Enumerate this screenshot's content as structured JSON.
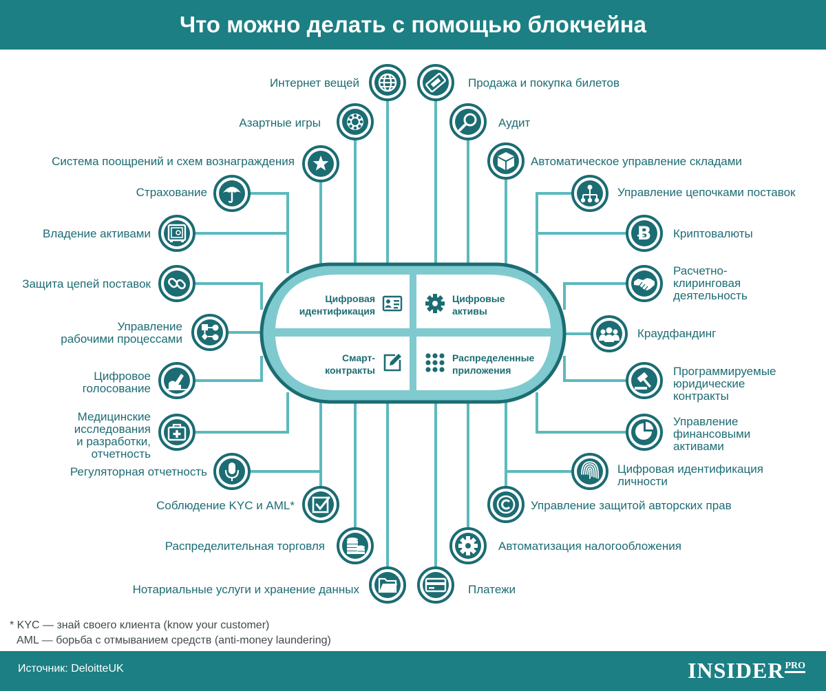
{
  "title": "Что можно делать с помощью блокчейна",
  "colors": {
    "header": "#1b7f83",
    "icon_dark": "#1c6c73",
    "line": "#5cb9be",
    "capsule_fill": "#7fcacf",
    "capsule_inner": "#ffffff",
    "label_text": "#1c6c73"
  },
  "center": {
    "quadrants": [
      {
        "label": "Цифровая\nидентификация",
        "icon": "id-card-icon"
      },
      {
        "label": "Цифровые\nактивы",
        "icon": "gear-icon"
      },
      {
        "label": "Смарт-\nконтракты",
        "icon": "edit-icon"
      },
      {
        "label": "Распределенные\nприложения",
        "icon": "dots-grid-icon"
      }
    ]
  },
  "left_items": [
    {
      "label": "Интернет вещей",
      "icon": "globe-icon"
    },
    {
      "label": "Азартные игры",
      "icon": "poker-chip-icon"
    },
    {
      "label": "Система поощрений и схем вознаграждения",
      "icon": "star-icon"
    },
    {
      "label": "Страхование",
      "icon": "umbrella-icon"
    },
    {
      "label": "Владение активами",
      "icon": "safe-icon"
    },
    {
      "label": "Защита цепей поставок",
      "icon": "chain-link-icon"
    },
    {
      "label": "Управление\nрабочими процессами",
      "icon": "workflow-icon"
    },
    {
      "label": "Цифровое\nголосование",
      "icon": "voting-hand-icon"
    },
    {
      "label": "Медицинские\nисследования\nи разработки,\nотчетность",
      "icon": "medical-kit-icon"
    },
    {
      "label": "Регуляторная отчетность",
      "icon": "microphone-icon"
    },
    {
      "label": "Соблюдение KYC и AML*",
      "icon": "checkbox-icon"
    },
    {
      "label": "Распределительная торговля",
      "icon": "coins-icon"
    },
    {
      "label": "Нотариальные услуги и хранение данных",
      "icon": "folder-icon"
    }
  ],
  "right_items": [
    {
      "label": "Продажа и покупка билетов",
      "icon": "ticket-icon"
    },
    {
      "label": "Аудит",
      "icon": "magnifier-icon"
    },
    {
      "label": "Автоматическое управление складами",
      "icon": "box-icon"
    },
    {
      "label": "Управление цепочками поставок",
      "icon": "hierarchy-icon"
    },
    {
      "label": "Криптовалюты",
      "icon": "bitcoin-icon"
    },
    {
      "label": "Расчетно-\nклиринговая\nдеятельность",
      "icon": "handshake-icon"
    },
    {
      "label": "Краудфандинг",
      "icon": "people-group-icon"
    },
    {
      "label": "Программируемые\nюридические\nконтракты",
      "icon": "gavel-icon"
    },
    {
      "label": "Управление\nфинансовыми\nактивами",
      "icon": "pie-chart-icon"
    },
    {
      "label": "Цифровая идентификация\nличности",
      "icon": "fingerprint-icon"
    },
    {
      "label": "Управление защитой авторских прав",
      "icon": "copyright-icon"
    },
    {
      "label": "Автоматизация налогообложения",
      "icon": "gear-icon"
    },
    {
      "label": "Платежи",
      "icon": "credit-card-icon"
    }
  ],
  "notes": [
    "* KYC — знай своего клиента (know your customer)",
    "AML — борьба с отмыванием средств (anti-money laundering)"
  ],
  "source": "Источник: DeloitteUK",
  "brand": {
    "main": "INSIDER",
    "suffix": "PRO"
  }
}
